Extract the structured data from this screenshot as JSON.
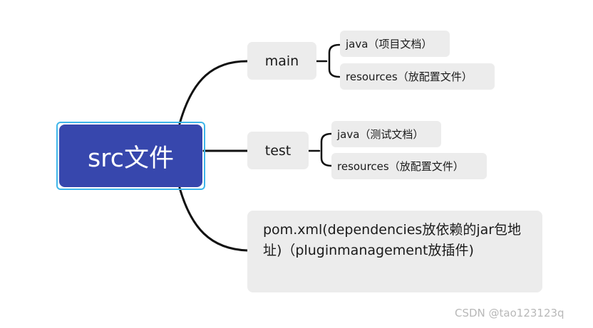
{
  "root": {
    "label": "src文件"
  },
  "branches": [
    {
      "label": "main",
      "children": [
        "java（项目文档）",
        "resources（放配置文件）"
      ]
    },
    {
      "label": "test",
      "children": [
        "java（测试文档）",
        "resources（放配置文件）"
      ]
    },
    {
      "label": "pom.xml(dependencies放依赖的jar包地址)（pluginmanagement放插件)",
      "children": []
    }
  ],
  "watermark": "CSDN @tao123123q",
  "colors": {
    "root_fill": "#3747ad",
    "root_outline": "#3fb6ea",
    "node_fill": "#ececec",
    "connector": "#111111"
  }
}
